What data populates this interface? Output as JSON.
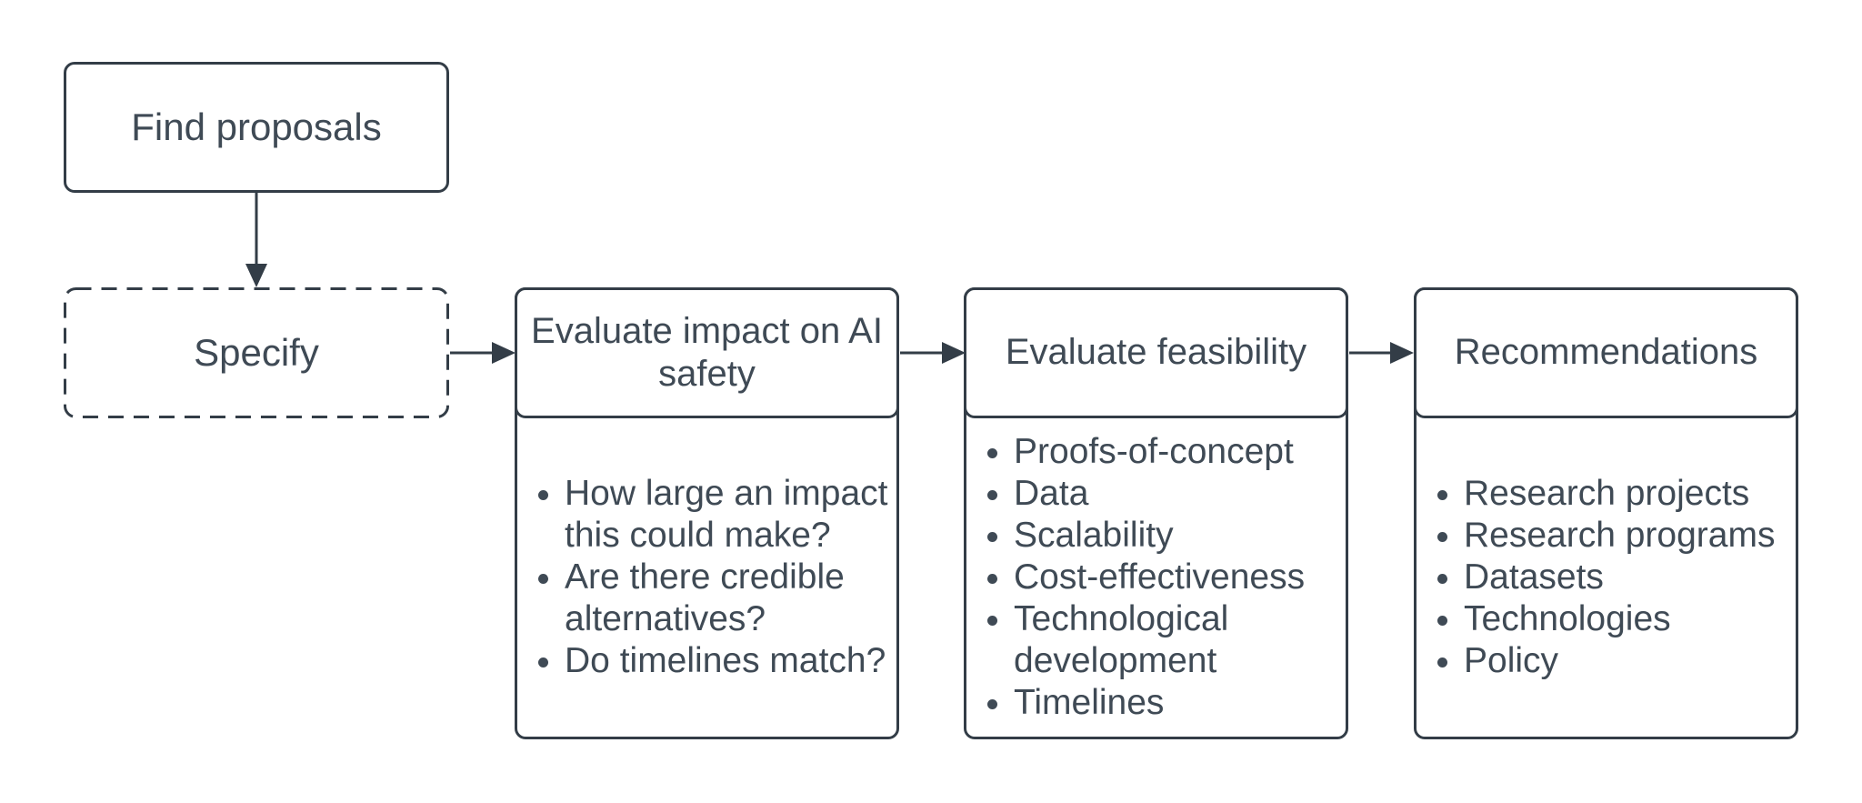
{
  "colors": {
    "ink": "#333d47",
    "text": "#3f4a55",
    "background": "#ffffff"
  },
  "nodes": {
    "find_proposals": {
      "label": "Find proposals",
      "style": "solid-rounded-rect"
    },
    "specify": {
      "label": "Specify",
      "style": "dashed-rounded-rect"
    },
    "evaluate_impact": {
      "title": "Evaluate impact on AI safety",
      "bullets": [
        "How large an impact this could make?",
        "Are there credible alternatives?",
        "Do timelines match?"
      ]
    },
    "evaluate_feasibility": {
      "title": "Evaluate feasibility",
      "bullets": [
        "Proofs-of-concept",
        "Data",
        "Scalability",
        "Cost-effectiveness",
        "Technological development",
        "Timelines"
      ]
    },
    "recommendations": {
      "title": "Recommendations",
      "bullets": [
        "Research projects",
        "Research programs",
        "Datasets",
        "Technologies",
        "Policy"
      ]
    }
  },
  "arrows": [
    {
      "from": "find_proposals",
      "to": "specify",
      "direction": "down"
    },
    {
      "from": "specify",
      "to": "evaluate_impact",
      "direction": "right"
    },
    {
      "from": "evaluate_impact",
      "to": "evaluate_feasibility",
      "direction": "right"
    },
    {
      "from": "evaluate_feasibility",
      "to": "recommendations",
      "direction": "right"
    }
  ]
}
